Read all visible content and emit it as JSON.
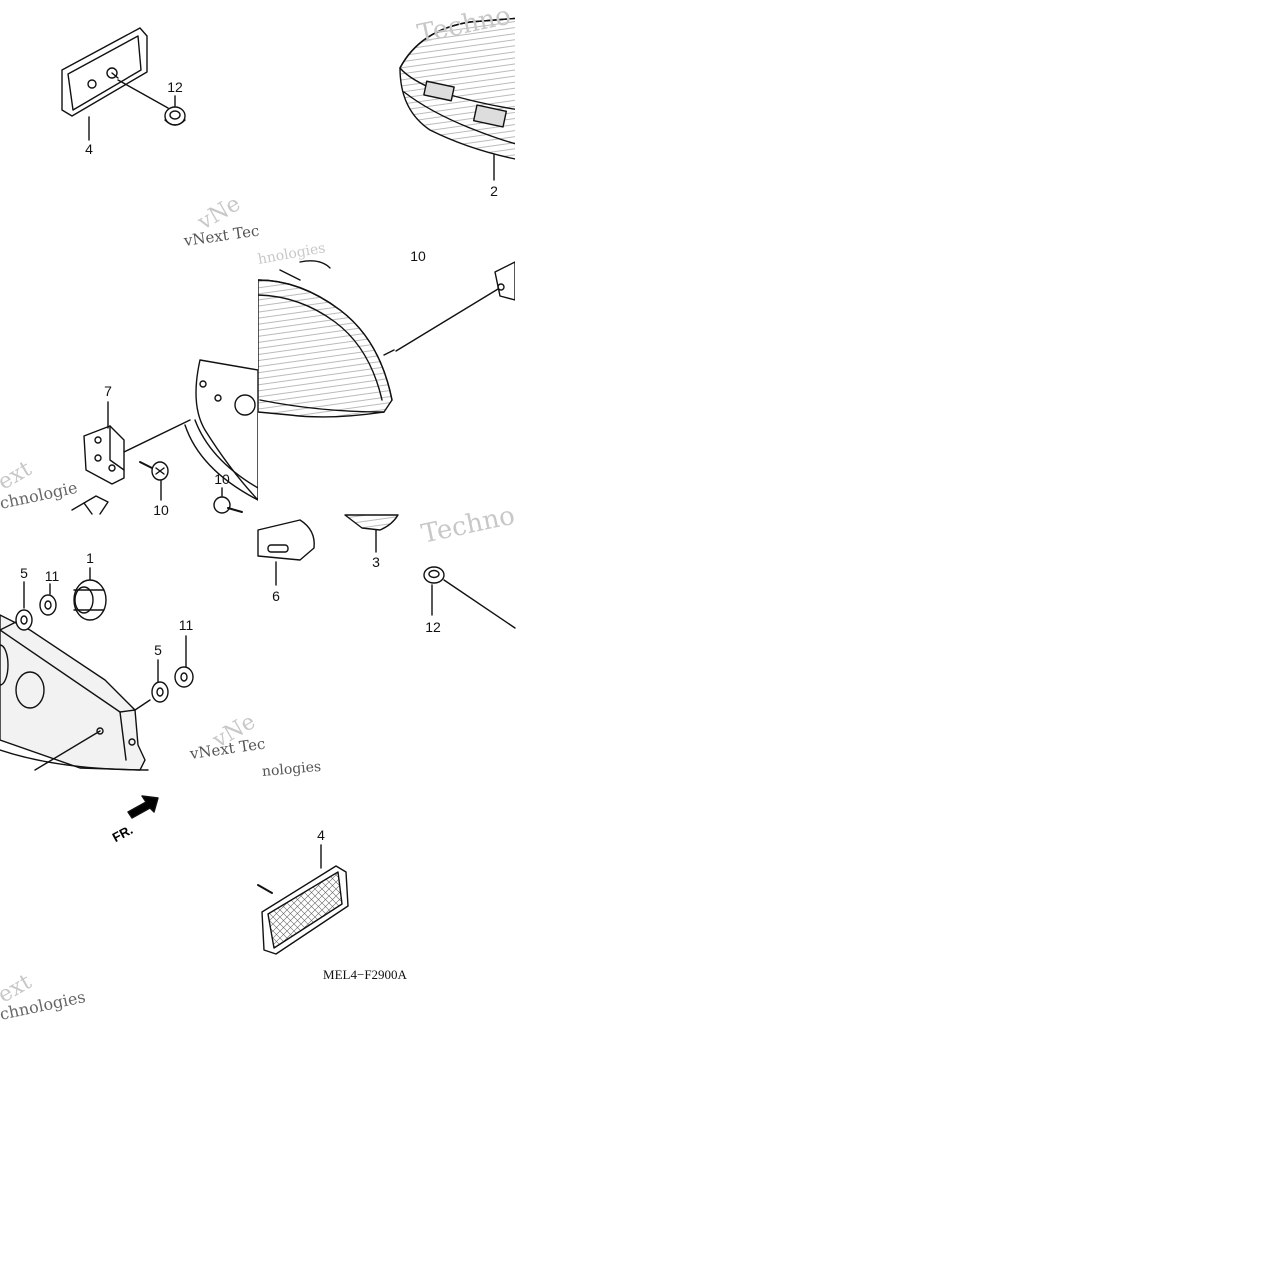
{
  "diagram": {
    "code": "MEL4−F2900A",
    "direction_label": "FR.",
    "callouts": [
      {
        "id": "c4a",
        "text": "4"
      },
      {
        "id": "c12a",
        "text": "12"
      },
      {
        "id": "c2",
        "text": "2"
      },
      {
        "id": "c10a",
        "text": "10"
      },
      {
        "id": "c7",
        "text": "7"
      },
      {
        "id": "c10b",
        "text": "10"
      },
      {
        "id": "c10c",
        "text": "10"
      },
      {
        "id": "c3",
        "text": "3"
      },
      {
        "id": "c6",
        "text": "6"
      },
      {
        "id": "c12b",
        "text": "12"
      },
      {
        "id": "c1",
        "text": "1"
      },
      {
        "id": "c5a",
        "text": "5"
      },
      {
        "id": "c11a",
        "text": "11"
      },
      {
        "id": "c11b",
        "text": "11"
      },
      {
        "id": "c5b",
        "text": "5"
      },
      {
        "id": "c4b",
        "text": "4"
      }
    ],
    "watermarks": [
      "Techno",
      "vNext Tec",
      "vNe",
      "hnologies",
      "ext",
      "chnologie",
      "Techno",
      "vNe",
      "vNext Tec",
      "nologies",
      "ext",
      "chnologies"
    ],
    "colors": {
      "line": "#111111",
      "fill_light": "#f2f2f2",
      "watermark": "#c8c8c8"
    }
  }
}
